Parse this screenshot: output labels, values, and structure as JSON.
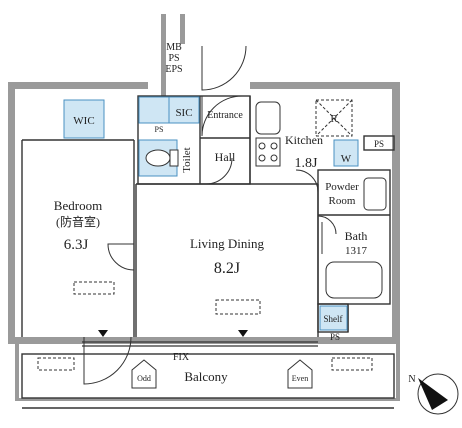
{
  "rooms": {
    "mb_ps_eps": [
      "MB",
      "PS",
      "EPS"
    ],
    "wic": "WIC",
    "sic": "SIC",
    "entrance": "Entrance",
    "ps_small": "PS",
    "toilet": "Toilet",
    "hall": "Hall",
    "kitchen": {
      "name": "Kitchen",
      "size": "1.8J"
    },
    "refrigerator": "R",
    "washer": "W",
    "ps_right": "PS",
    "powder_room": [
      "Powder",
      "Room"
    ],
    "bath": {
      "name": "Bath",
      "size": "1317"
    },
    "bedroom": {
      "name": "Bedroom",
      "note": "(防音室)",
      "size": "6.3J"
    },
    "living_dining": {
      "name": "Living Dining",
      "size": "8.2J"
    },
    "shelf": "Shelf",
    "ps_bottom": "PS",
    "fix": "FIX",
    "balcony": "Balcony",
    "odd": "Odd",
    "even": "Even",
    "north": "N"
  },
  "colors": {
    "wall": "#9a9a9a",
    "line": "#333333",
    "blue_fill": "#cfe6f4",
    "blue_stroke": "#4a90c2"
  }
}
